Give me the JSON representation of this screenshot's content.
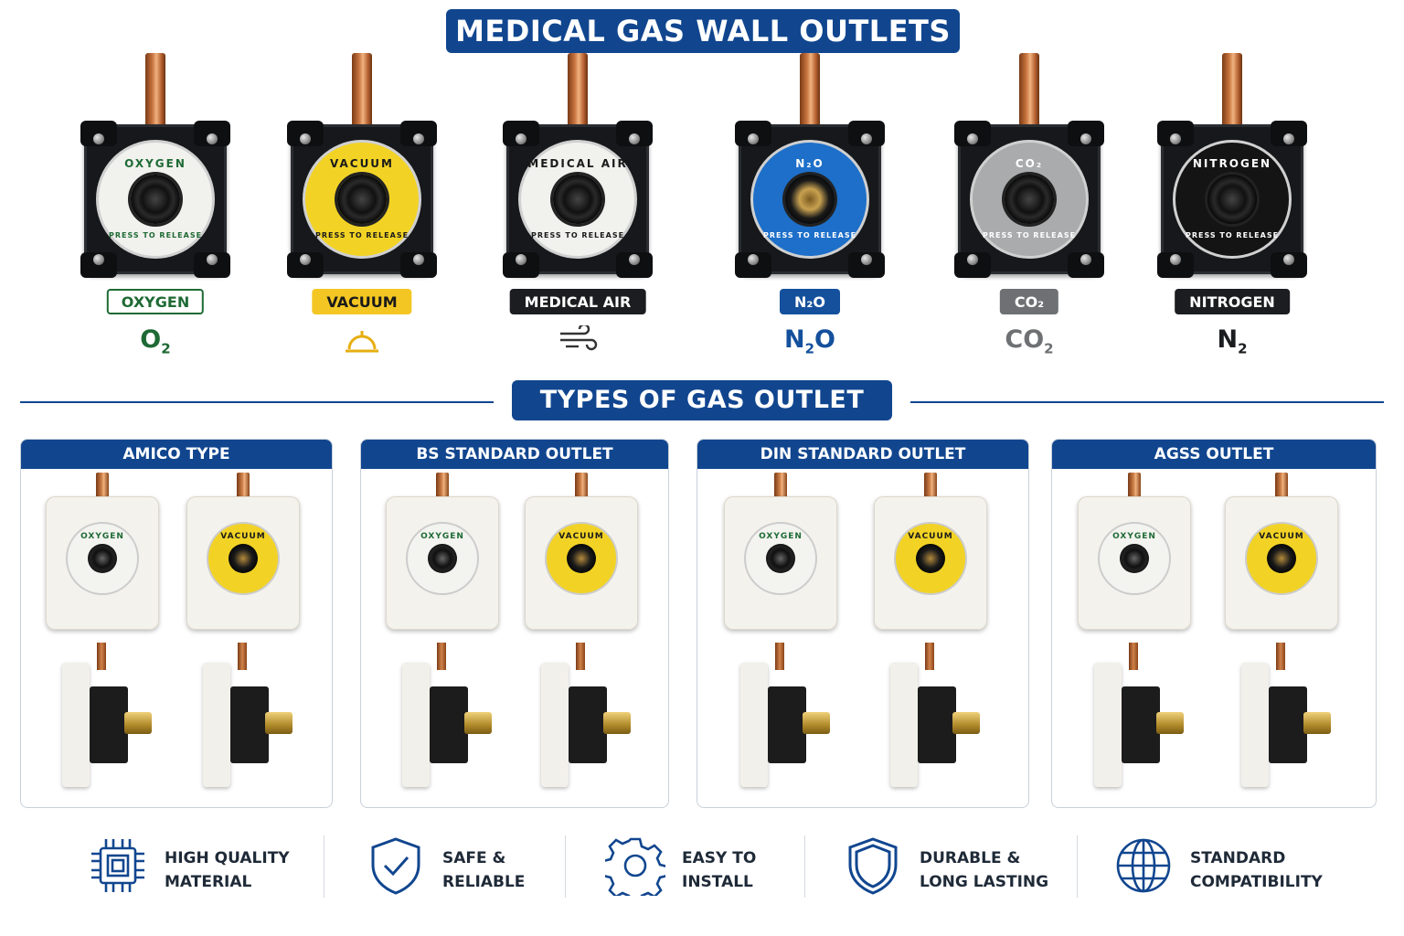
{
  "title": "MEDICAL GAS WALL OUTLETS",
  "colors": {
    "brand_blue": "#11468f",
    "copper": "#c8743f"
  },
  "outlets": [
    {
      "ring_label": "OXYGEN",
      "ring_sub": "PRESS TO RELEASE",
      "tag": "OXYGEN",
      "symbol": "O",
      "symbol_sub": "2",
      "ring_color": "#f1f1ee",
      "text_color": "#1e6a34",
      "tag_bg": "#ffffff",
      "tag_fg": "#1e6a34",
      "tag_border": "#1e6a34"
    },
    {
      "ring_label": "VACUUM",
      "ring_sub": "PRESS TO RELEASE",
      "tag": "VACUUM",
      "symbol": "",
      "symbol_icon": "suction-bell-icon",
      "ring_color": "#f2d325",
      "text_color": "#1a1a1a",
      "tag_bg": "#f3c623",
      "tag_fg": "#1a1a1a",
      "tag_border": "#f3c623"
    },
    {
      "ring_label": "MEDICAL AIR",
      "ring_sub": "PRESS TO RELEASE",
      "tag": "MEDICAL AIR",
      "symbol": "",
      "symbol_icon": "air-flow-icon",
      "ring_color": "#f1f1ee",
      "text_color": "#1a1a1a",
      "tag_bg": "#1c1d20",
      "tag_fg": "#ffffff",
      "tag_border": "#1c1d20"
    },
    {
      "ring_label": "N₂O",
      "ring_sub": "PRESS TO RELEASE",
      "tag": "N₂O",
      "symbol": "N",
      "symbol_sub": "2",
      "symbol_tail": "O",
      "ring_color": "#1d6fc9",
      "text_color": "#ffffff",
      "tag_bg": "#14509c",
      "tag_fg": "#ffffff",
      "tag_border": "#14509c"
    },
    {
      "ring_label": "CO₂",
      "ring_sub": "PRESS TO RELEASE",
      "tag": "CO₂",
      "symbol": "CO",
      "symbol_sub": "2",
      "ring_color": "#a9abad",
      "text_color": "#ffffff",
      "tag_bg": "#6e7073",
      "tag_fg": "#ffffff",
      "tag_border": "#6e7073"
    },
    {
      "ring_label": "NITROGEN",
      "ring_sub": "PRESS TO RELEASE",
      "tag": "NITROGEN",
      "symbol": "N",
      "symbol_sub": "2",
      "ring_color": "#141414",
      "text_color": "#ffffff",
      "tag_bg": "#1c1d20",
      "tag_fg": "#ffffff",
      "tag_border": "#1c1d20"
    }
  ],
  "types_title": "TYPES OF GAS OUTLET",
  "types": [
    {
      "name": "AMICO TYPE",
      "plates": [
        {
          "label": "OXYGEN",
          "ring": "#f3f3f0",
          "fg": "#1e6a34"
        },
        {
          "label": "VACUUM",
          "ring": "#f2d325",
          "fg": "#1a1a1a"
        }
      ]
    },
    {
      "name": "BS STANDARD OUTLET",
      "plates": [
        {
          "label": "OXYGEN",
          "ring": "#f3f3f0",
          "fg": "#1e6a34"
        },
        {
          "label": "VACUUM",
          "ring": "#f2d325",
          "fg": "#1a1a1a"
        }
      ]
    },
    {
      "name": "DIN STANDARD OUTLET",
      "plates": [
        {
          "label": "OXYGEN",
          "ring": "#f3f3f0",
          "fg": "#1e6a34"
        },
        {
          "label": "VACUUM",
          "ring": "#f2d325",
          "fg": "#1a1a1a"
        }
      ]
    },
    {
      "name": "AGSS OUTLET",
      "plates": [
        {
          "label": "OXYGEN",
          "ring": "#f3f3f0",
          "fg": "#1e6a34"
        },
        {
          "label": "VACUUM",
          "ring": "#f2d325",
          "fg": "#1a1a1a"
        }
      ]
    }
  ],
  "features": [
    {
      "line1": "HIGH QUALITY",
      "line2": "MATERIAL",
      "icon": "chip-icon"
    },
    {
      "line1": "SAFE &",
      "line2": "RELIABLE",
      "icon": "shield-check-icon"
    },
    {
      "line1": "EASY TO",
      "line2": "INSTALL",
      "icon": "gear-icon"
    },
    {
      "line1": "DURABLE &",
      "line2": "LONG LASTING",
      "icon": "shield-icon"
    },
    {
      "line1": "STANDARD",
      "line2": "COMPATIBILITY",
      "icon": "globe-icon"
    }
  ]
}
